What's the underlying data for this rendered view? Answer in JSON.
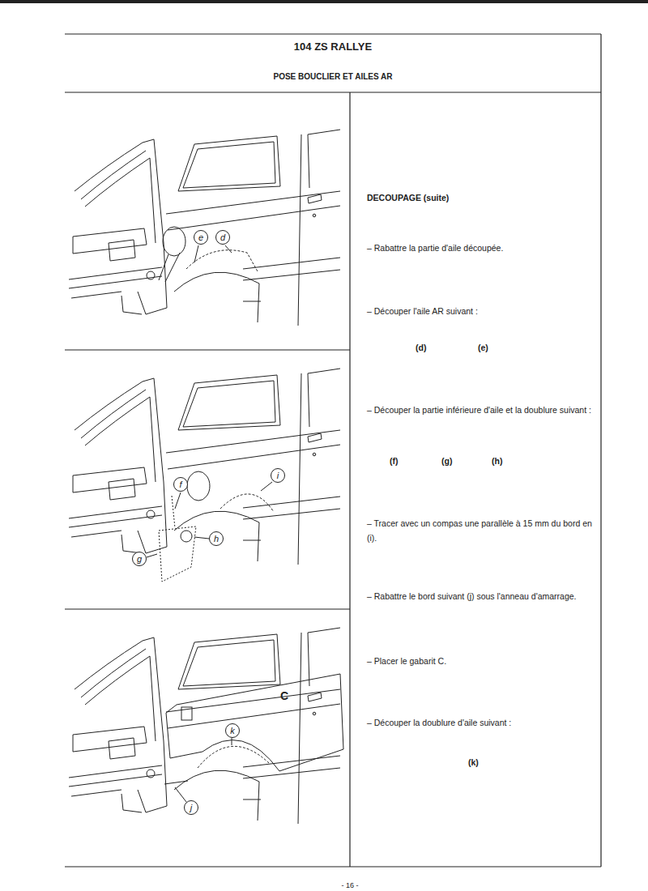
{
  "diagram": {
    "title": "104 ZS RALLYE",
    "nodes": [
      {
        "text": [
          "e"
        ]
      },
      {
        "text": [
          "d"
        ]
      },
      {
        "text": [
          "i"
        ]
      },
      {
        "text": [
          "f"
        ]
      },
      {
        "text": [
          "h"
        ]
      },
      {
        "text": [
          "g"
        ]
      },
      {
        "text": [
          "k"
        ]
      },
      {
        "text": [
          "j"
        ]
      }
    ],
    "labels": [
      "POSE BOUCLIER ET AILES AR",
      "DECOUPAGE (suite)",
      "– Rabattre la partie d'aile découpée.",
      "– Découper l'aile AR suivant :",
      "(d)",
      "(e)",
      "– Découper la partie inférieure d'aile et la doublure suivant :",
      "(f)",
      "(g)",
      "(h)",
      "– Tracer avec un compas une parallèle à 15 mm du bord en (i).",
      "– Rabattre le bord suivant (j) sous l'anneau d'amarrage.",
      "– Placer le gabarit C.",
      "– Découper la doublure d'aile suivant :",
      "(k)",
      "C",
      "- 16 -"
    ]
  }
}
